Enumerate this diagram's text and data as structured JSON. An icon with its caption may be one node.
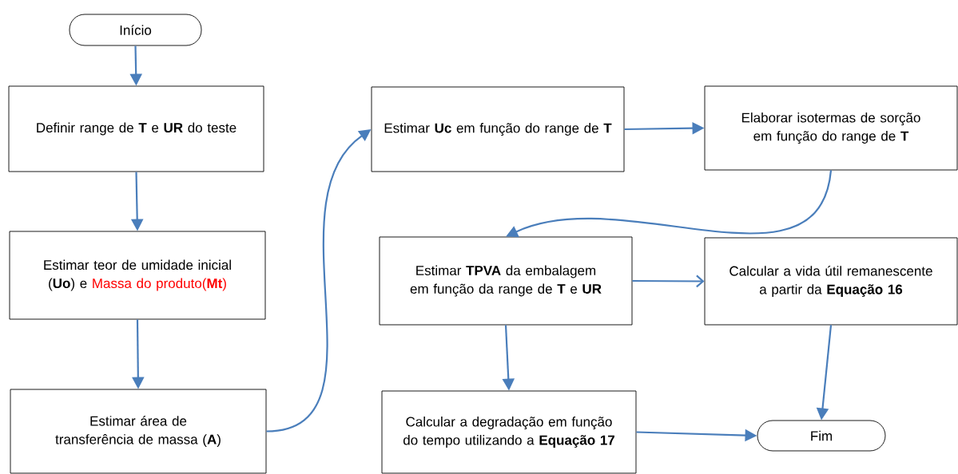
{
  "diagram": {
    "nodes": [
      {
        "text": [
          "Início"
        ]
      },
      {
        "text": [
          "Definir range de **T** e **UR** do teste"
        ]
      },
      {
        "text": [
          "Estimar teor de umidade inicial (**Uo**) e",
          "Massa do produto(**Mt**)"
        ]
      },
      {
        "text": [
          "Estimar área de transferência de massa (**A**)"
        ]
      },
      {
        "text": [
          "Estimar **Uc** em função do range de **T**"
        ]
      },
      {
        "text": [
          "Elaborar isotermas de sorção em função do range de **T**"
        ]
      },
      {
        "text": [
          "Estimar **TPVA** da embalagem em função da range de **T** e **UR**"
        ]
      },
      {
        "text": [
          "Calcular a vida útil remanescente a partir da **Equação 16**"
        ]
      },
      {
        "text": [
          "Calcular a degradação em função do tempo utilizando a **Equação 17**"
        ]
      },
      {
        "text": [
          "Fim"
        ]
      }
    ],
    "edges": [
      {
        "from": 0,
        "to": 1,
        "arrow": "to"
      },
      {
        "from": 1,
        "to": 2,
        "arrow": "to"
      },
      {
        "from": 2,
        "to": 3,
        "arrow": "to"
      },
      {
        "from": 3,
        "to": 4,
        "arrow": "to"
      },
      {
        "from": 4,
        "to": 5,
        "arrow": "to"
      },
      {
        "from": 5,
        "to": 6,
        "arrow": "to"
      },
      {
        "from": 6,
        "to": 7,
        "arrow": "to"
      },
      {
        "from": 6,
        "to": 8,
        "arrow": "to"
      },
      {
        "from": 7,
        "to": 9,
        "arrow": "to"
      },
      {
        "from": 8,
        "to": 9,
        "arrow": "to"
      }
    ]
  }
}
